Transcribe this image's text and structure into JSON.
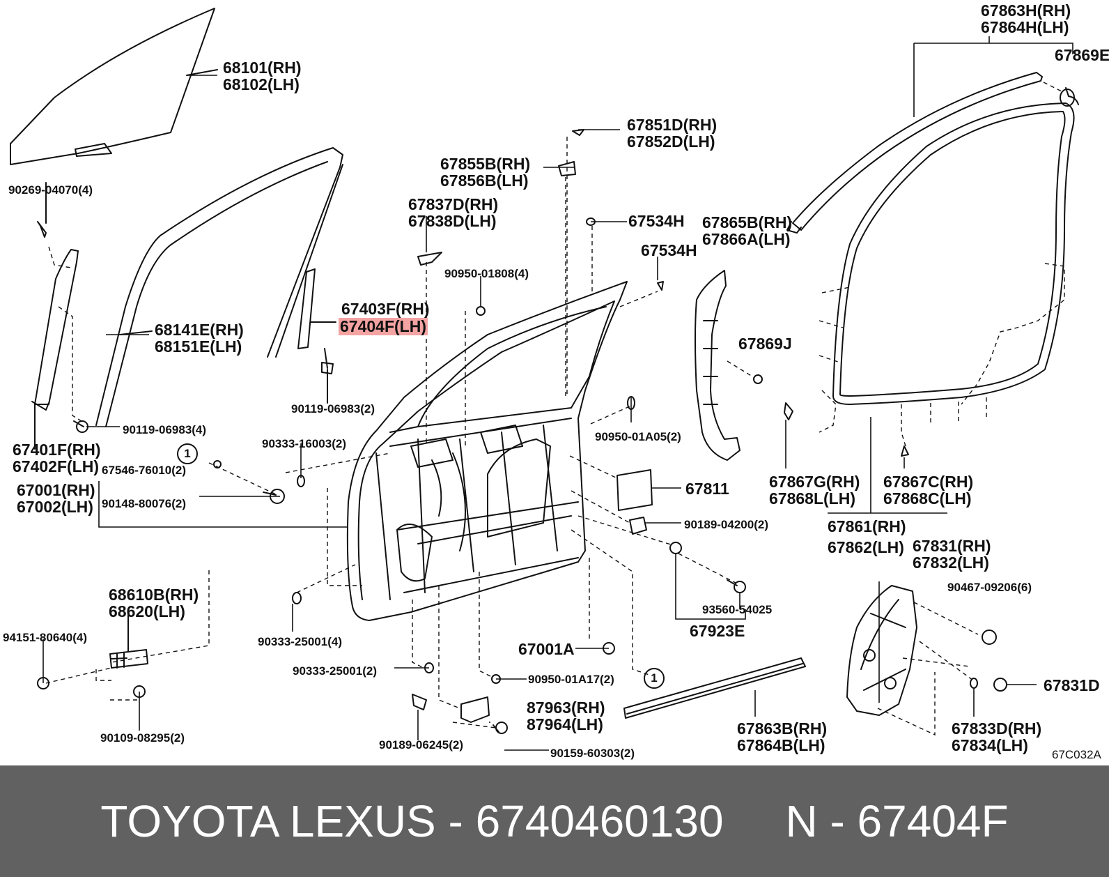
{
  "diagram_code": "67C032A",
  "footer": {
    "brand": "TOYOTA LEXUS",
    "separator": " - ",
    "part_number": "6740460130",
    "gap": "     ",
    "n_label": "N",
    "n_code": "67404F"
  },
  "highlight_color": "#f4a3a3",
  "callout_marker": "1",
  "labels": {
    "p68101": "68101(RH)",
    "p68102": "68102(LH)",
    "p90269": "90269-04070(4)",
    "p68141E": "68141E(RH)",
    "p68151E": "68151E(LH)",
    "p67403F": "67403F(RH)",
    "p67404F": "67404F(LH)",
    "p90119a": "90119-06983(2)",
    "p90119b": "90119-06983(4)",
    "p67401F": "67401F(RH)",
    "p67402F": "67402F(LH)",
    "p90333a": "90333-16003(2)",
    "p67546": "67546-76010(2)",
    "p67001": "67001(RH)",
    "p67002": "67002(LH)",
    "p90148": "90148-80076(2)",
    "p68610B": "68610B(RH)",
    "p68620": "68620(LH)",
    "p94151": "94151-80640(4)",
    "p90109": "90109-08295(2)",
    "p90333b": "90333-25001(4)",
    "p90333c": "90333-25001(2)",
    "p67855B": "67855B(RH)",
    "p67856B": "67856B(LH)",
    "p67837D": "67837D(RH)",
    "p67838D": "67838D(LH)",
    "p67851D": "67851D(RH)",
    "p67852D": "67852D(LH)",
    "p67534Ha": "67534H",
    "p67534Hb": "67534H",
    "p90950a": "90950-01808(4)",
    "p90950b": "90950-01A05(2)",
    "p90950c": "90950-01A17(2)",
    "p67865B": "67865B(RH)",
    "p67866A": "67866A(LH)",
    "p67869J": "67869J",
    "p67811": "67811",
    "p90189a": "90189-04200(2)",
    "p93560": "93560-54025",
    "p67923E": "67923E",
    "p67001A": "67001A",
    "p87963": "87963(RH)",
    "p87964": "87964(LH)",
    "p90189b": "90189-06245(2)",
    "p90159": "90159-60303(2)",
    "p67863H": "67863H(RH)",
    "p67864H": "67864H(LH)",
    "p67869E": "67869E",
    "p67867G": "67867G(RH)",
    "p67868L": "67868L(LH)",
    "p67867C": "67867C(RH)",
    "p67868C": "67868C(LH)",
    "p67861": "67861(RH)",
    "p67862": "67862(LH)",
    "p67831": "67831(RH)",
    "p67832": "67832(LH)",
    "p90467": "90467-09206(6)",
    "p67831D": "67831D",
    "p67833D": "67833D(RH)",
    "p67834": "67834(LH)",
    "p67863B": "67863B(RH)",
    "p67864B": "67864B(LH)"
  }
}
